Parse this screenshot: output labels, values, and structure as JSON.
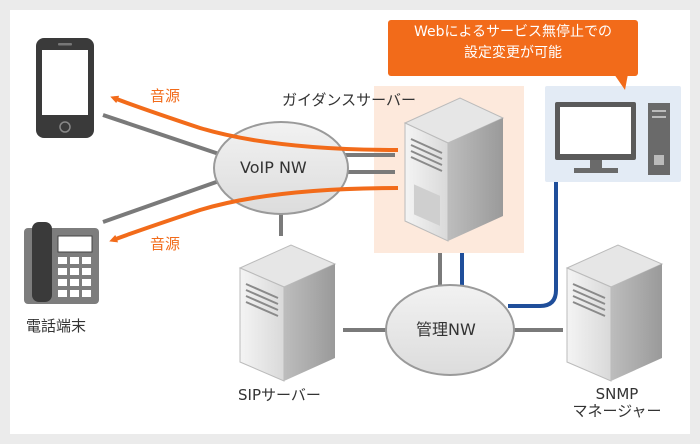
{
  "labels": {
    "audio_top": "音源",
    "audio_bottom": "音源",
    "phone": "電話端末",
    "guidance_server": "ガイダンスサーバー",
    "voip_nw": "VoIP NW",
    "mgmt_nw": "管理NW",
    "sip_server": "SIPサーバー",
    "snmp_line1": "SNMP",
    "snmp_line2": "マネージャー"
  },
  "callout": {
    "line1": "Webによるサービス無停止での",
    "line2": "設定変更が可能"
  },
  "colors": {
    "accent": "#f26b1a",
    "highlight_bg": "#fde9dc",
    "pc_bg": "#e3ebf5",
    "link_gray": "#7a7a7a",
    "link_blue": "#1f4e9a"
  }
}
